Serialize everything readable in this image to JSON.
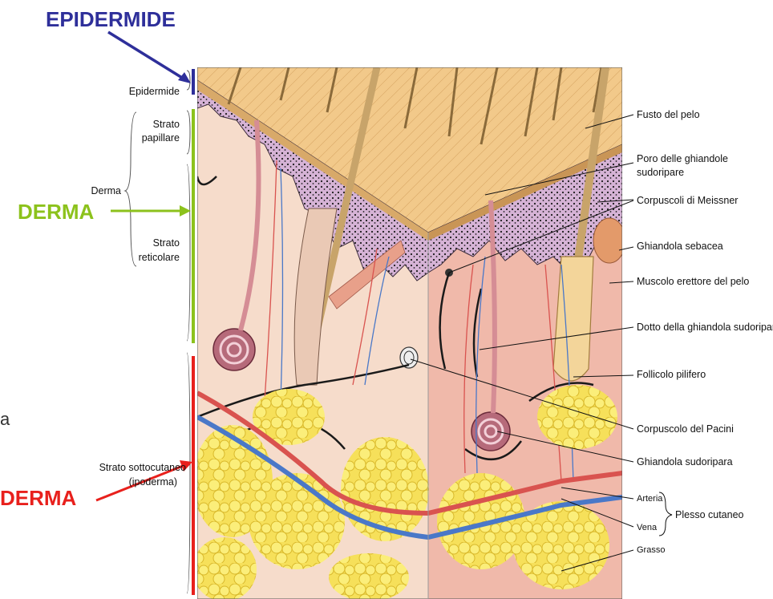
{
  "headings": {
    "epidermide": "EPIDERMIDE",
    "derma": "DERMA",
    "ipoderma_partial": "DERMA"
  },
  "left_labels": {
    "epidermide": "Epidermide",
    "strato_papillare_1": "Strato",
    "strato_papillare_2": "papillare",
    "derma": "Derma",
    "strato_reticolare_1": "Strato",
    "strato_reticolare_2": "reticolare",
    "sottocutaneo_1": "Strato sottocutaneo",
    "sottocutaneo_2": "(ipoderma)"
  },
  "right_labels": {
    "fusto": "Fusto del pelo",
    "poro_1": "Poro delle ghiandole",
    "poro_2": "sudoripare",
    "meissner": "Corpuscoli di Meissner",
    "sebacea": "Ghiandola sebacea",
    "erettore": "Muscolo erettore del pelo",
    "dotto": "Dotto della ghiandola sudoripara",
    "follicolo": "Follicolo pilifero",
    "pacini": "Corpuscolo del Pacini",
    "sudoripara": "Ghiandola sudoripara",
    "arteria": "Arteria",
    "vena": "Vena",
    "plesso": "Plesso cutaneo",
    "grasso": "Grasso"
  },
  "colors": {
    "epidermide": "#2e2f9a",
    "derma": "#8cc21c",
    "ipoderma": "#e8201c",
    "skin_surface": "#f2c98a",
    "dermis_left": "#f6dccb",
    "dermis_right": "#f0b9aa",
    "fat": "#f8e64a",
    "artery": "#d9534f",
    "vein": "#4a78c8"
  }
}
